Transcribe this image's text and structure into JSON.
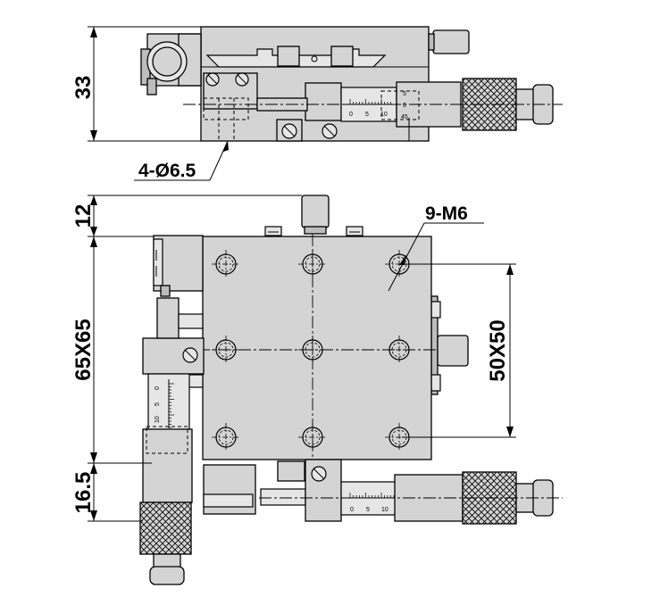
{
  "dimensions": {
    "side_height": "33",
    "mount_holes": "4-Ø6.5",
    "knob_offset": "12",
    "stage_size": "65X65",
    "thread_holes": "9-M6",
    "hole_pitch": "50X50",
    "micrometer_offset": "16.5"
  },
  "scale": {
    "top_0": "0",
    "top_5": "5",
    "top_10": "10",
    "bottom_0": "0",
    "bottom_5": "5",
    "bottom_10": "10",
    "left_0": "0",
    "left_5": "5",
    "left_10": "10",
    "thimble_5": "5",
    "thimble_0": "0",
    "thimble_45": "45"
  },
  "colors": {
    "line": "#000000",
    "fill": "#d4d4d4",
    "background": "#ffffff"
  }
}
